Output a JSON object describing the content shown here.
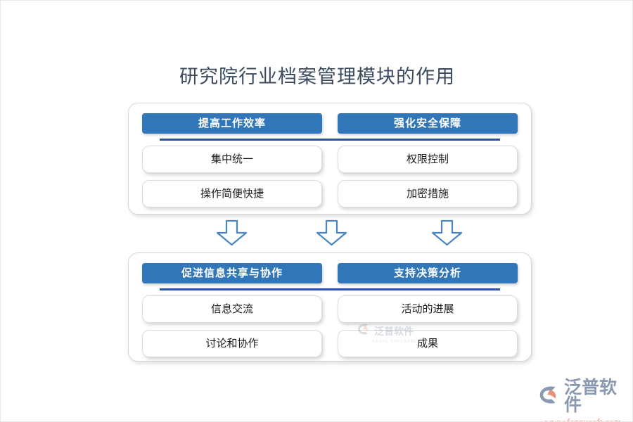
{
  "page": {
    "title": "研究院行业档案管理模块的作用",
    "background_color": "#ffffff",
    "accent_blue": "#3177b8",
    "rule_blue": "#2a52a0",
    "title_color": "#3b4a5e"
  },
  "groups": [
    {
      "id": "group-top",
      "columns": [
        {
          "header": "提高工作效率",
          "items": [
            "集中统一",
            "操作简便快捷"
          ]
        },
        {
          "header": "强化安全保障",
          "items": [
            "权限控制",
            "加密措施"
          ]
        }
      ]
    },
    {
      "id": "group-bottom",
      "columns": [
        {
          "header": "促进信息共享与协作",
          "items": [
            "信息交流",
            "讨论和协作"
          ]
        },
        {
          "header": "支持决策分析",
          "items": [
            "活动的进展",
            "成果"
          ]
        }
      ]
    }
  ],
  "arrows": {
    "icon": "arrow-down-icon",
    "count": 3,
    "fill": "#ffffff",
    "stroke": "#4a86c5"
  },
  "watermark": {
    "icon": "fanpu-logo-icon",
    "text": "泛普软件",
    "subtext": "FANPU SOFTWARE"
  },
  "brand": {
    "icon": "fanpu-logo-icon",
    "name": "泛普软件",
    "url": "www.fanpusoft.com",
    "name_color": "#8a99b0",
    "url_color": "#e8927c",
    "swoosh_color": "#e8927c"
  }
}
